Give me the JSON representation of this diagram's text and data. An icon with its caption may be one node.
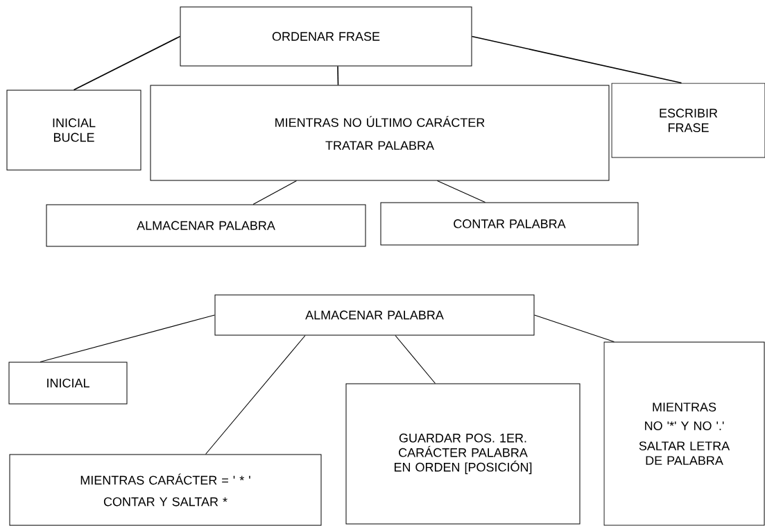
{
  "diagram": {
    "nodes": [
      {
        "text": [
          "ORDENAR FRASE"
        ]
      },
      {
        "text": [
          "INICIAL BUCLE"
        ]
      },
      {
        "text": [
          "MIENTRAS NO ÚLTIMO CARÁCTER",
          "TRATAR PALABRA"
        ]
      },
      {
        "text": [
          "ESCRIBIR FRASE"
        ]
      },
      {
        "text": [
          "ALMACENAR PALABRA"
        ]
      },
      {
        "text": [
          "CONTAR PALABRA"
        ]
      },
      {
        "text": [
          "ALMACENAR PALABRA"
        ]
      },
      {
        "text": [
          "INICIAL"
        ]
      },
      {
        "text": [
          "MIENTRAS CARÁCTER = ' * '",
          "CONTAR Y SALTAR *"
        ]
      },
      {
        "text": [
          "GUARDAR POS. 1ER. CARÁCTER PALABRA EN ORDEN [POSICIÓN]"
        ]
      },
      {
        "text": [
          "MIENTRAS NO '*' Y NO '.'",
          "SALTAR LETRA DE PALABRA"
        ]
      }
    ],
    "edges": [
      {
        "from": 0,
        "to": 1,
        "arrow": "none"
      },
      {
        "from": 0,
        "to": 2,
        "arrow": "none"
      },
      {
        "from": 0,
        "to": 3,
        "arrow": "none"
      },
      {
        "from": 2,
        "to": 4,
        "arrow": "none"
      },
      {
        "from": 2,
        "to": 5,
        "arrow": "none"
      },
      {
        "from": 6,
        "to": 7,
        "arrow": "none"
      },
      {
        "from": 6,
        "to": 8,
        "arrow": "none"
      },
      {
        "from": 6,
        "to": 9,
        "arrow": "none"
      },
      {
        "from": 6,
        "to": 10,
        "arrow": "none"
      }
    ]
  }
}
